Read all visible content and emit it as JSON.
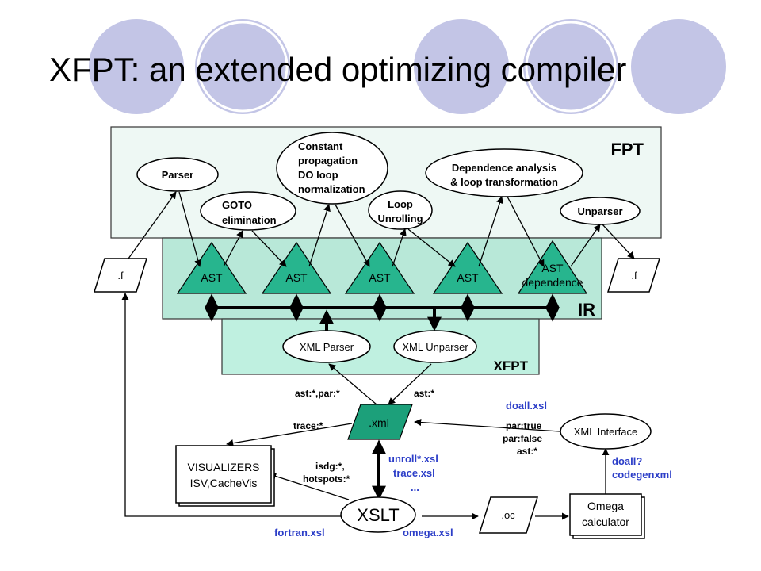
{
  "slide": {
    "title": "XFPT: an extended optimizing compiler"
  },
  "colors": {
    "fpt_fill": "#eef8f4",
    "ir_fill": "#b8e8d8",
    "xfpt_fill": "#bff0e0",
    "ast_fill": "#27b58e",
    "xml_fill": "#1ca07a",
    "blue_label": "#2c3ec8",
    "circle": "#c3c5e6"
  },
  "diagram": {
    "regions": {
      "fpt": "FPT",
      "ir": "IR",
      "xfpt": "XFPT"
    },
    "fpt_nodes": {
      "parser": "Parser",
      "goto": [
        "GOTO",
        "elimination"
      ],
      "constant": [
        "Constant",
        "propagation",
        "DO loop",
        "normalization"
      ],
      "loop_unrolling": [
        "Loop",
        "Unrolling"
      ],
      "dependence": [
        "Dependence analysis",
        "& loop transformation"
      ],
      "unparser": "Unparser"
    },
    "ast_nodes": [
      "AST",
      "AST",
      "AST",
      "AST"
    ],
    "ast_dependence": [
      "AST",
      "dependence"
    ],
    "files": {
      "input_f": ".f",
      "output_f": ".f",
      "xml": ".xml",
      "oc": ".oc"
    },
    "xml_parser": "XML Parser",
    "xml_unparser": "XML Unparser",
    "xml_interface": "XML Interface",
    "xslt": "XSLT",
    "visualizers": [
      "VISUALIZERS",
      "ISV,CacheVis"
    ],
    "omega": [
      "Omega",
      "calculator"
    ],
    "labels": {
      "ast_par": "ast:*,par:*",
      "ast_only": "ast:*",
      "trace": "trace:*",
      "isdg": [
        "isdg:*,",
        "hotspots:*"
      ],
      "par_true": [
        "par:true",
        "par:false",
        "ast:*"
      ]
    },
    "blue_labels": {
      "doall_xsl": "doall.xsl",
      "unroll": [
        "unroll*.xsl",
        "trace.xsl",
        "..."
      ],
      "doall_q": [
        "doall?",
        "codegenxml"
      ],
      "fortran_xsl": "fortran.xsl",
      "omega_xsl": "omega.xsl"
    }
  }
}
